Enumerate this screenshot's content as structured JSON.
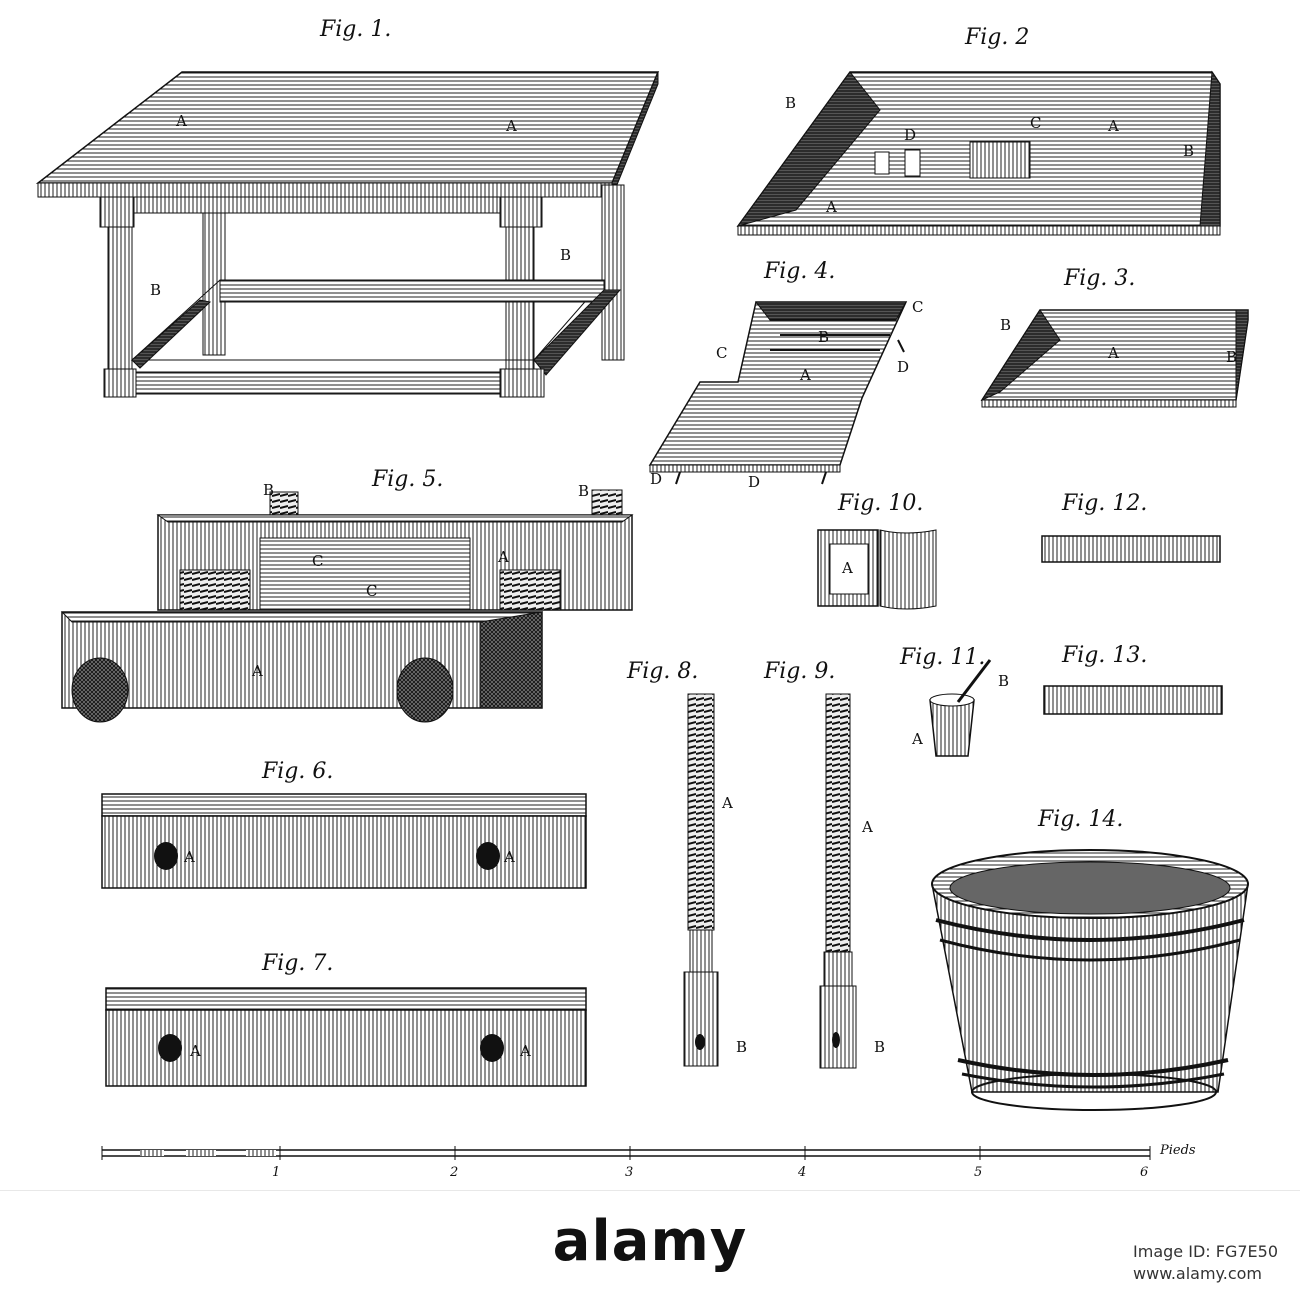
{
  "figures": {
    "fig1": {
      "title": "Fig. 1.",
      "labels": [
        "A",
        "A",
        "B",
        "B"
      ]
    },
    "fig2": {
      "title": "Fig. 2",
      "labels": [
        "B",
        "B",
        "A",
        "A",
        "C",
        "D"
      ]
    },
    "fig3": {
      "title": "Fig. 3.",
      "labels": [
        "B",
        "A",
        "B"
      ]
    },
    "fig4": {
      "title": "Fig. 4.",
      "labels": [
        "C",
        "C",
        "B",
        "A",
        "D",
        "D",
        "D"
      ]
    },
    "fig5": {
      "title": "Fig. 5.",
      "labels": [
        "B",
        "B",
        "A",
        "C",
        "C",
        "A"
      ]
    },
    "fig6": {
      "title": "Fig. 6.",
      "labels": [
        "A",
        "A"
      ]
    },
    "fig7": {
      "title": "Fig. 7.",
      "labels": [
        "A",
        "A"
      ]
    },
    "fig8": {
      "title": "Fig. 8.",
      "labels": [
        "A",
        "B"
      ]
    },
    "fig9": {
      "title": "Fig. 9.",
      "labels": [
        "A",
        "B"
      ]
    },
    "fig10": {
      "title": "Fig. 10.",
      "labels": [
        "A"
      ]
    },
    "fig11": {
      "title": "Fig. 11.",
      "labels": [
        "B",
        "A"
      ]
    },
    "fig12": {
      "title": "Fig. 12."
    },
    "fig13": {
      "title": "Fig. 13."
    },
    "fig14": {
      "title": "Fig. 14."
    }
  },
  "scale": {
    "ticks": [
      "1",
      "2",
      "3",
      "4",
      "5",
      "6"
    ],
    "unit": "Pieds"
  },
  "watermark": {
    "brand": "alamy",
    "image_id_line": "Image ID: FG7E50",
    "site_line": "www.alamy.com"
  }
}
